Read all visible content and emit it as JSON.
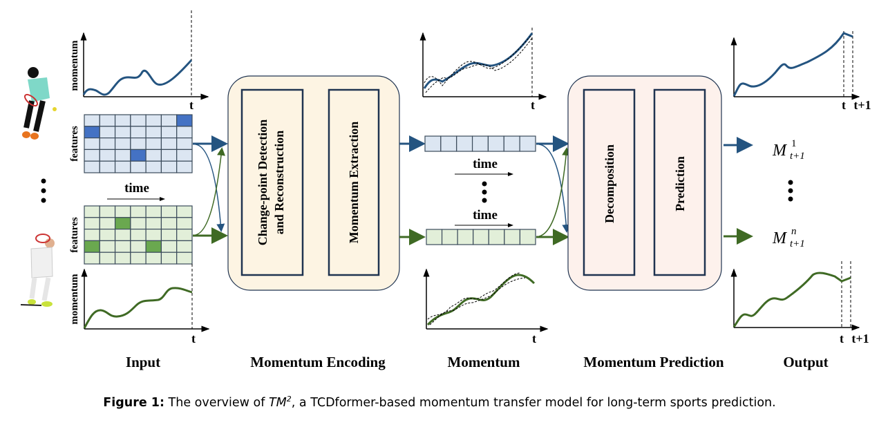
{
  "colors": {
    "blue": "#245480",
    "green": "#3f6a24",
    "blue_cell": "#dce6f2",
    "blue_dark": "#4472c4",
    "green_cell": "#e2efd9",
    "green_dark": "#6aa84f",
    "encoding_fill": "#fdf4e3",
    "prediction_fill": "#fdf1ec",
    "box_border": "#1f3350"
  },
  "input": {
    "ylabel": "momentum",
    "features_label": "features",
    "time_label": "time",
    "t_label": "t",
    "blue_grid": {
      "rows": 5,
      "cols": 7,
      "highlighted_cells": [
        [
          0,
          6
        ],
        [
          1,
          0
        ],
        [
          3,
          3
        ]
      ]
    },
    "green_grid": {
      "rows": 5,
      "cols": 7,
      "highlighted_cells": [
        [
          1,
          2
        ],
        [
          3,
          0
        ],
        [
          3,
          4
        ]
      ]
    }
  },
  "encoding": {
    "block1": "Change-point Detection",
    "block1_line2": "and Reconstruction",
    "block2": "Momentum Extraction"
  },
  "momentum": {
    "time_label": "time",
    "t_label": "t"
  },
  "prediction": {
    "block1": "Decomposition",
    "block2": "Prediction"
  },
  "output": {
    "m_symbol": "M",
    "sub": "t+1",
    "sup_first": "1",
    "sup_last": "n",
    "t_label": "t",
    "t1_label": "t+1"
  },
  "sections": {
    "input": "Input",
    "encoding": "Momentum Encoding",
    "momentum": "Momentum",
    "prediction": "Momentum Prediction",
    "output": "Output"
  },
  "caption": {
    "prefix": "Figure 1:",
    "text_a": " The overview of ",
    "model": "TM",
    "model_sup": "2",
    "text_b": ", a TCDformer-based momentum transfer model for long-term sports prediction."
  }
}
